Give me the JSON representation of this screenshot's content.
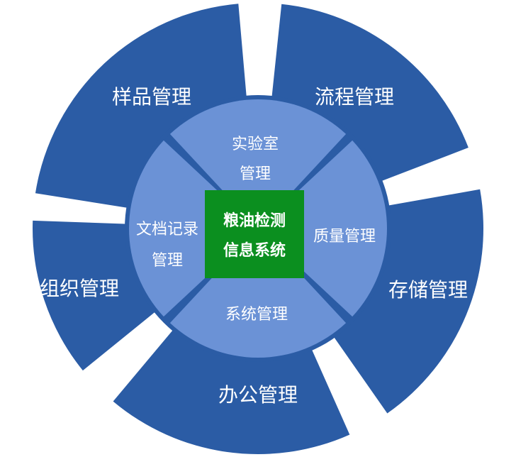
{
  "diagram": {
    "outer_ring": {
      "color": "#2b5ca5",
      "segments": [
        {
          "id": "sample",
          "label": "样品管理"
        },
        {
          "id": "process",
          "label": "流程管理"
        },
        {
          "id": "storage",
          "label": "存储管理"
        },
        {
          "id": "office",
          "label": "办公管理"
        },
        {
          "id": "organization",
          "label": "组织管理"
        }
      ]
    },
    "inner_ring": {
      "color": "#6b92d6",
      "segments": [
        {
          "id": "lab",
          "label_line1": "实验室",
          "label_line2": "管理"
        },
        {
          "id": "quality",
          "label_line1": "质量管理",
          "label_line2": ""
        },
        {
          "id": "system",
          "label_line1": "系统管理",
          "label_line2": ""
        },
        {
          "id": "document",
          "label_line1": "文档记录",
          "label_line2": "管理"
        }
      ]
    },
    "center": {
      "color": "#0b8f1f",
      "label_line1": "粮油检测",
      "label_line2": "信息系统"
    }
  }
}
